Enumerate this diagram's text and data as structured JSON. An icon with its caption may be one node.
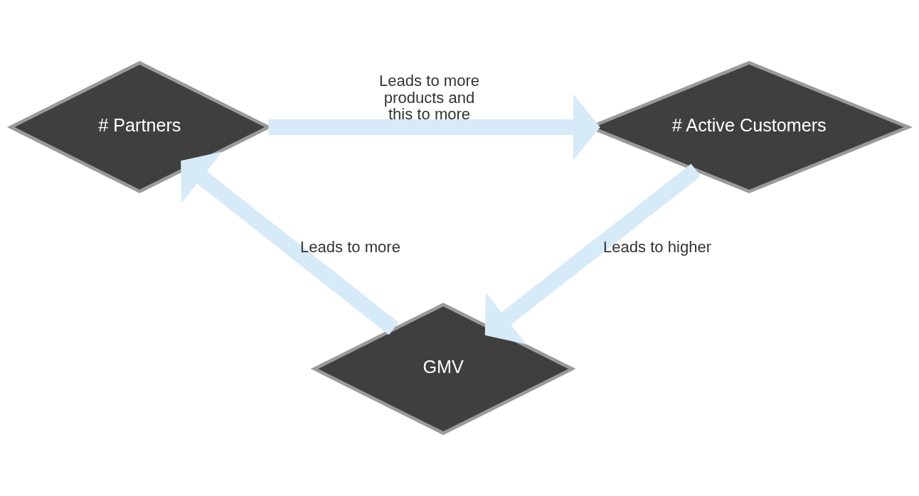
{
  "diagram": {
    "nodes": [
      {
        "text": [
          "# Partners"
        ]
      },
      {
        "text": [
          "# Active Customers"
        ]
      },
      {
        "text": [
          "GMV"
        ]
      }
    ],
    "edges": [
      {
        "from": 0,
        "to": 1,
        "arrow": "to",
        "label": "Leads to more products and this to more"
      },
      {
        "from": 1,
        "to": 2,
        "arrow": "to",
        "label": "Leads to higher"
      },
      {
        "from": 2,
        "to": 0,
        "arrow": "to",
        "label": "Leads to more"
      }
    ]
  }
}
